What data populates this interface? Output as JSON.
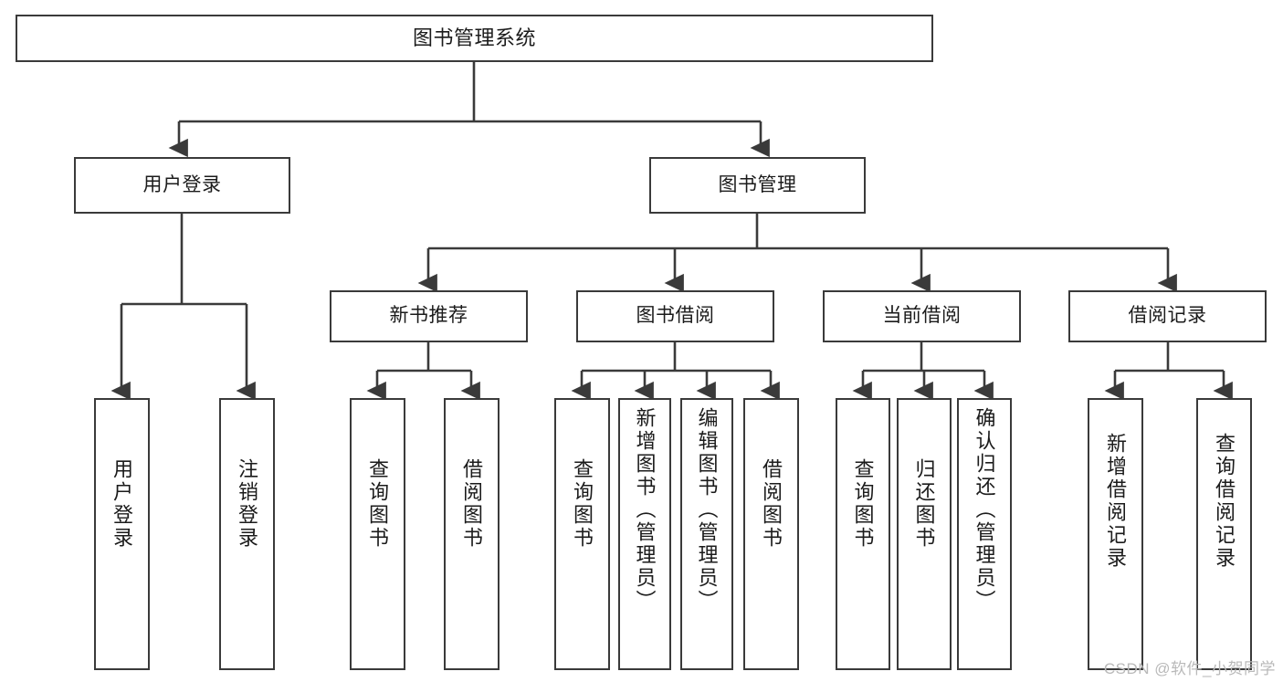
{
  "diagram": {
    "title": "图书管理系统",
    "watermark": "CSDN @软件_小贺同学",
    "accent_border": "#3a3a3a",
    "background": "#ffffff",
    "nodes": {
      "root": {
        "label": "图书管理系统"
      },
      "level2": [
        {
          "id": "user-login",
          "label": "用户登录"
        },
        {
          "id": "book-manage",
          "label": "图书管理"
        }
      ],
      "level3": [
        {
          "id": "new-book-recommend",
          "label": "新书推荐"
        },
        {
          "id": "book-borrow",
          "label": "图书借阅"
        },
        {
          "id": "current-borrow",
          "label": "当前借阅"
        },
        {
          "id": "borrow-record",
          "label": "借阅记录"
        }
      ],
      "leaves": {
        "user_login": [
          {
            "id": "leaf-user-login",
            "label": "用户登录"
          },
          {
            "id": "leaf-logout-login",
            "label": "注销登录"
          }
        ],
        "new_book_recommend": [
          {
            "id": "leaf-query-book-1",
            "label": "查询图书"
          },
          {
            "id": "leaf-borrow-book-1",
            "label": "借阅图书"
          }
        ],
        "book_borrow": [
          {
            "id": "leaf-query-book-2",
            "label": "查询图书"
          },
          {
            "id": "leaf-add-book",
            "label": "新增图书（管理员）"
          },
          {
            "id": "leaf-edit-book",
            "label": "编辑图书（管理员）"
          },
          {
            "id": "leaf-borrow-book-2",
            "label": "借阅图书"
          }
        ],
        "current_borrow": [
          {
            "id": "leaf-query-book-3",
            "label": "查询图书"
          },
          {
            "id": "leaf-return-book",
            "label": "归还图书"
          },
          {
            "id": "leaf-confirm-return",
            "label": "确认归还（管理员）"
          }
        ],
        "borrow_record": [
          {
            "id": "leaf-add-record",
            "label": "新增借阅记录"
          },
          {
            "id": "leaf-query-record",
            "label": "查询借阅记录"
          }
        ]
      }
    }
  }
}
